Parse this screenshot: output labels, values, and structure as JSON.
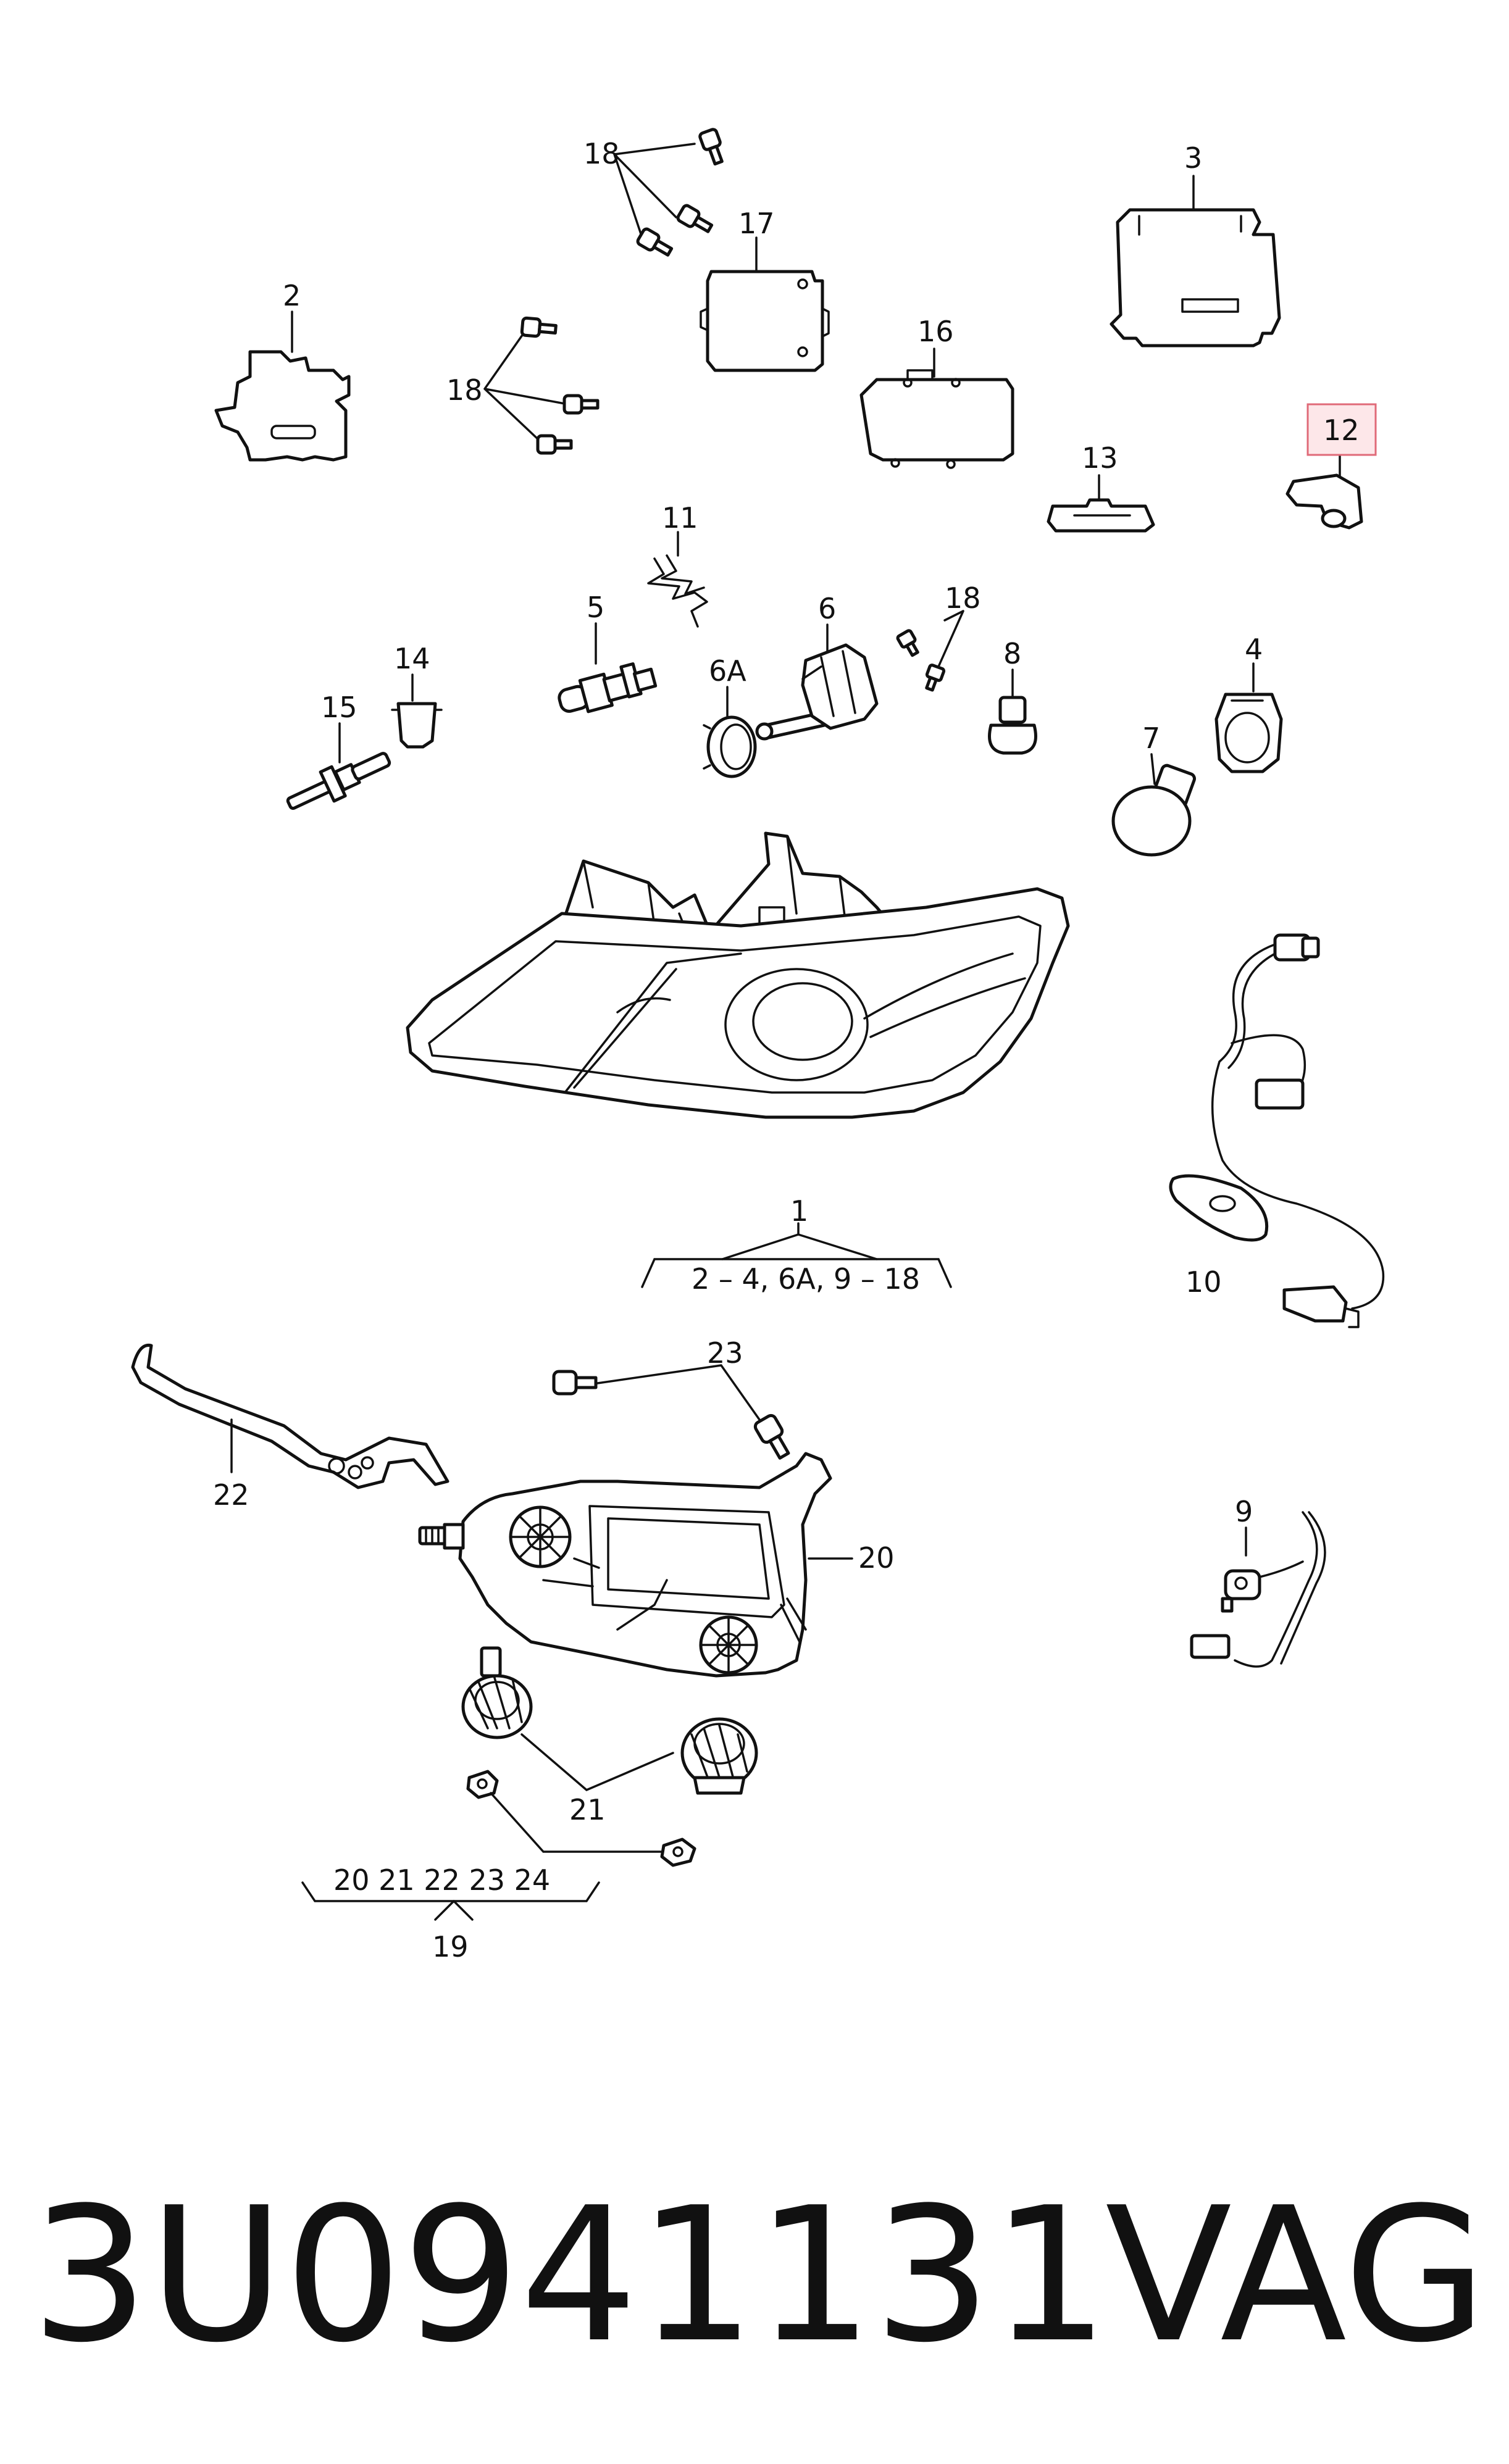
{
  "labels": {
    "p1": "1",
    "p2": "2",
    "p3": "3",
    "p4": "4",
    "p5": "5",
    "p6": "6",
    "p6a": "6A",
    "p7": "7",
    "p8": "8",
    "p9": "9",
    "p10": "10",
    "p11": "11",
    "p12": "12",
    "p13": "13",
    "p14": "14",
    "p15": "15",
    "p16": "16",
    "p17": "17",
    "p18": "18",
    "p19": "19",
    "p20": "20",
    "p21": "21",
    "p22": "22",
    "p23": "23"
  },
  "groups": {
    "g1": "2 – 4, 6A, 9 – 18",
    "g19": "20  21  22  23  24"
  },
  "highlight": {
    "part": "12",
    "fill": "#fde7e9",
    "stroke": "#e06a78"
  },
  "footer": {
    "part_number": "3U0941131",
    "brand": "VAG"
  }
}
